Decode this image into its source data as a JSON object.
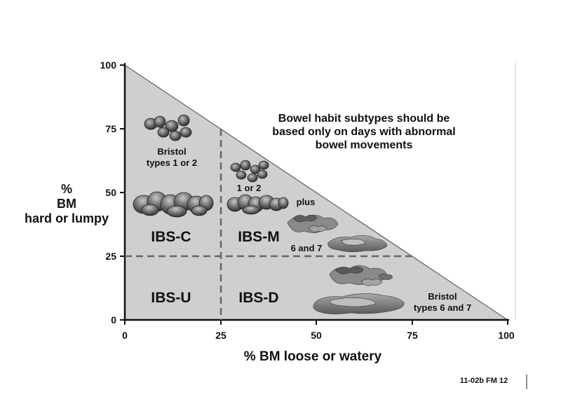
{
  "axes": {
    "x_title": "% BM loose or watery",
    "y_title_lines": [
      "%",
      "BM",
      "hard or lumpy"
    ],
    "x_ticks": [
      "0",
      "25",
      "50",
      "75",
      "100"
    ],
    "y_ticks": [
      "0",
      "25",
      "50",
      "75",
      "100"
    ]
  },
  "zones": {
    "ibs_c": "IBS-C",
    "ibs_m": "IBS-M",
    "ibs_u": "IBS-U",
    "ibs_d": "IBS-D"
  },
  "labels": {
    "bristol_1_2_lines": [
      "Bristol",
      "types 1 or 2"
    ],
    "one_or_two": "1 or 2",
    "plus": "plus",
    "six_and_seven": "6 and 7",
    "bristol_6_7_lines": [
      "Bristol",
      "types 6 and 7"
    ],
    "note_lines": [
      "Bowel habit subtypes should be",
      "based only on days with abnormal",
      "bowel movements"
    ]
  },
  "footer": {
    "code": "11-02b   FM  12"
  },
  "chart_data": {
    "type": "diagram",
    "xlabel": "% BM loose or watery",
    "ylabel": "% BM hard or lumpy",
    "xlim": [
      0,
      100
    ],
    "ylim": [
      0,
      100
    ],
    "region": "x + y <= 100",
    "divider_lines": {
      "x": 25,
      "y": 25
    },
    "zones": [
      {
        "name": "IBS-C",
        "x_range": [
          0,
          25
        ],
        "y_range": [
          25,
          100
        ]
      },
      {
        "name": "IBS-M",
        "x_range": [
          25,
          100
        ],
        "y_range": [
          25,
          100
        ]
      },
      {
        "name": "IBS-U",
        "x_range": [
          0,
          25
        ],
        "y_range": [
          0,
          25
        ]
      },
      {
        "name": "IBS-D",
        "x_range": [
          25,
          100
        ],
        "y_range": [
          0,
          25
        ]
      }
    ]
  }
}
